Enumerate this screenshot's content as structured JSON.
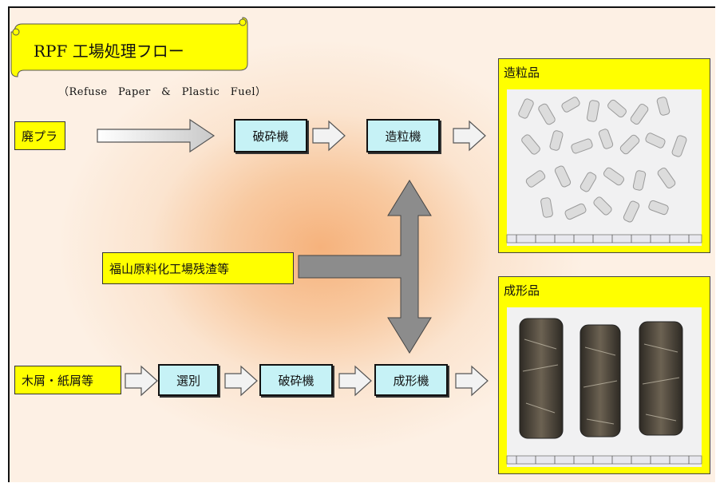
{
  "title": "RPF 工場処理フロー",
  "subtitle": "（Refuse　Paper　&　Plastic　Fuel）",
  "nodes": {
    "waste_plastic": "廃プラ",
    "crusher_top": "破砕機",
    "pelletizer": "造粒機",
    "residue": "福山原料化工場残渣等",
    "wood_paper": "木屑・紙屑等",
    "sorting": "選別",
    "crusher_bottom": "破砕機",
    "molding": "成形機"
  },
  "products": {
    "pellets": "造粒品",
    "molded": "成形品"
  },
  "colors": {
    "label_fill": "#ffff00",
    "process_fill": "#c6f2f6",
    "arrow_fill": "#f2f2f2",
    "big_arrow_fill": "#8c8c8c",
    "background_glow": "#f6b27c"
  }
}
